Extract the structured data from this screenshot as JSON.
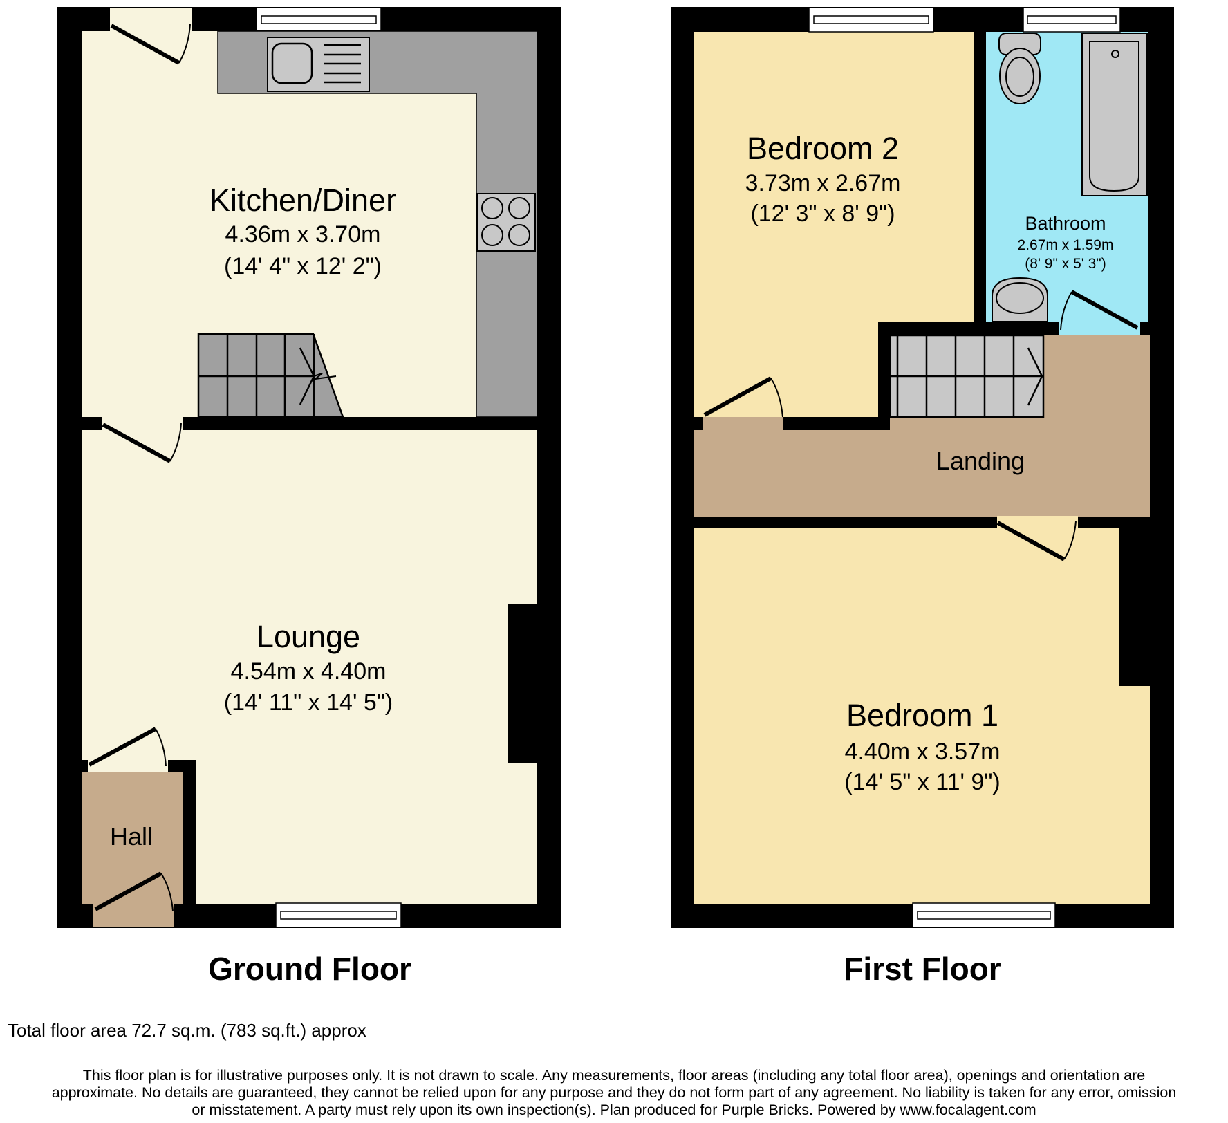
{
  "colors": {
    "wall": "#000000",
    "kitchen_lounge_floor": "#F8F4DE",
    "bedroom_floor": "#F8E6B0",
    "landing_hall_floor": "#C6AB8C",
    "bathroom_floor": "#A0E8F5",
    "counter": "#A0A0A0",
    "fixture": "#C8C8C8",
    "window": "#FFFFFF"
  },
  "ground_floor": {
    "title": "Ground Floor",
    "rooms": [
      {
        "name": "Kitchen/Diner",
        "metric": "4.36m x 3.70m",
        "imperial": "(14' 4\" x 12' 2\")"
      },
      {
        "name": "Lounge",
        "metric": "4.54m x 4.40m",
        "imperial": "(14' 11\" x 14' 5\")"
      },
      {
        "name": "Hall"
      }
    ],
    "fixtures": [
      "sink-icon",
      "hob-icon",
      "staircase-icon",
      "window-icon",
      "door-icon"
    ]
  },
  "first_floor": {
    "title": "First Floor",
    "rooms": [
      {
        "name": "Bedroom 2",
        "metric": "3.73m x 2.67m",
        "imperial": "(12' 3\" x 8' 9\")"
      },
      {
        "name": "Bathroom",
        "metric": "2.67m x 1.59m",
        "imperial": "(8' 9\" x 5' 3\")"
      },
      {
        "name": "Landing"
      },
      {
        "name": "Bedroom 1",
        "metric": "4.40m x 3.57m",
        "imperial": "(14' 5\" x 11' 9\")"
      }
    ],
    "fixtures": [
      "toilet-icon",
      "bath-icon",
      "basin-icon",
      "staircase-icon",
      "window-icon",
      "door-icon"
    ]
  },
  "footer": {
    "total_area": "Total floor area 72.7 sq.m. (783 sq.ft.) approx",
    "disclaimer_lines": [
      "This floor plan is for illustrative purposes only. It is not drawn to scale. Any measurements, floor areas (including any total floor area), openings and orientation are",
      "approximate. No details are guaranteed, they cannot be relied upon for any purpose and they do not form part of any agreement. No liability is taken for any error, omission",
      "or misstatement. A party must rely upon its own inspection(s). Plan produced for Purple Bricks. Powered by www.focalagent.com"
    ]
  }
}
